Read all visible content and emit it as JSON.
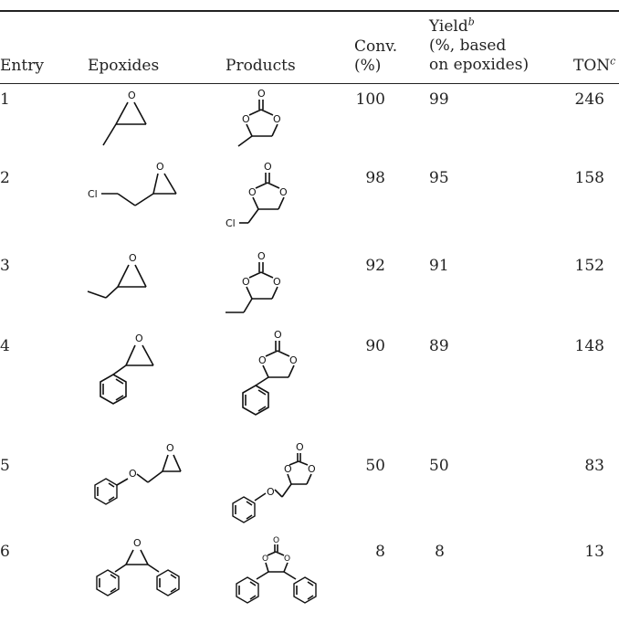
{
  "table": {
    "headers": {
      "entry": "Entry",
      "epoxides": "Epoxides",
      "products": "Products",
      "conv_line1": "Conv.",
      "conv_line2": "(%)",
      "yield_line1": "Yield",
      "yield_sup": "b",
      "yield_line2": "(%, based",
      "yield_line3": "on epoxides)",
      "ton": "TON",
      "ton_sup": "c"
    },
    "rows": [
      {
        "entry": "1",
        "conv": "100",
        "yield": "99",
        "ton": "246"
      },
      {
        "entry": "2",
        "conv": "98",
        "yield": "95",
        "ton": "158"
      },
      {
        "entry": "3",
        "conv": "92",
        "yield": "91",
        "ton": "152"
      },
      {
        "entry": "4",
        "conv": "90",
        "yield": "89",
        "ton": "148"
      },
      {
        "entry": "5",
        "conv": "50",
        "yield": "50",
        "ton": "83"
      },
      {
        "entry": "6",
        "conv": "8",
        "yield": "8",
        "ton": "13"
      }
    ],
    "atoms": {
      "O": "O",
      "Cl": "Cl"
    }
  }
}
